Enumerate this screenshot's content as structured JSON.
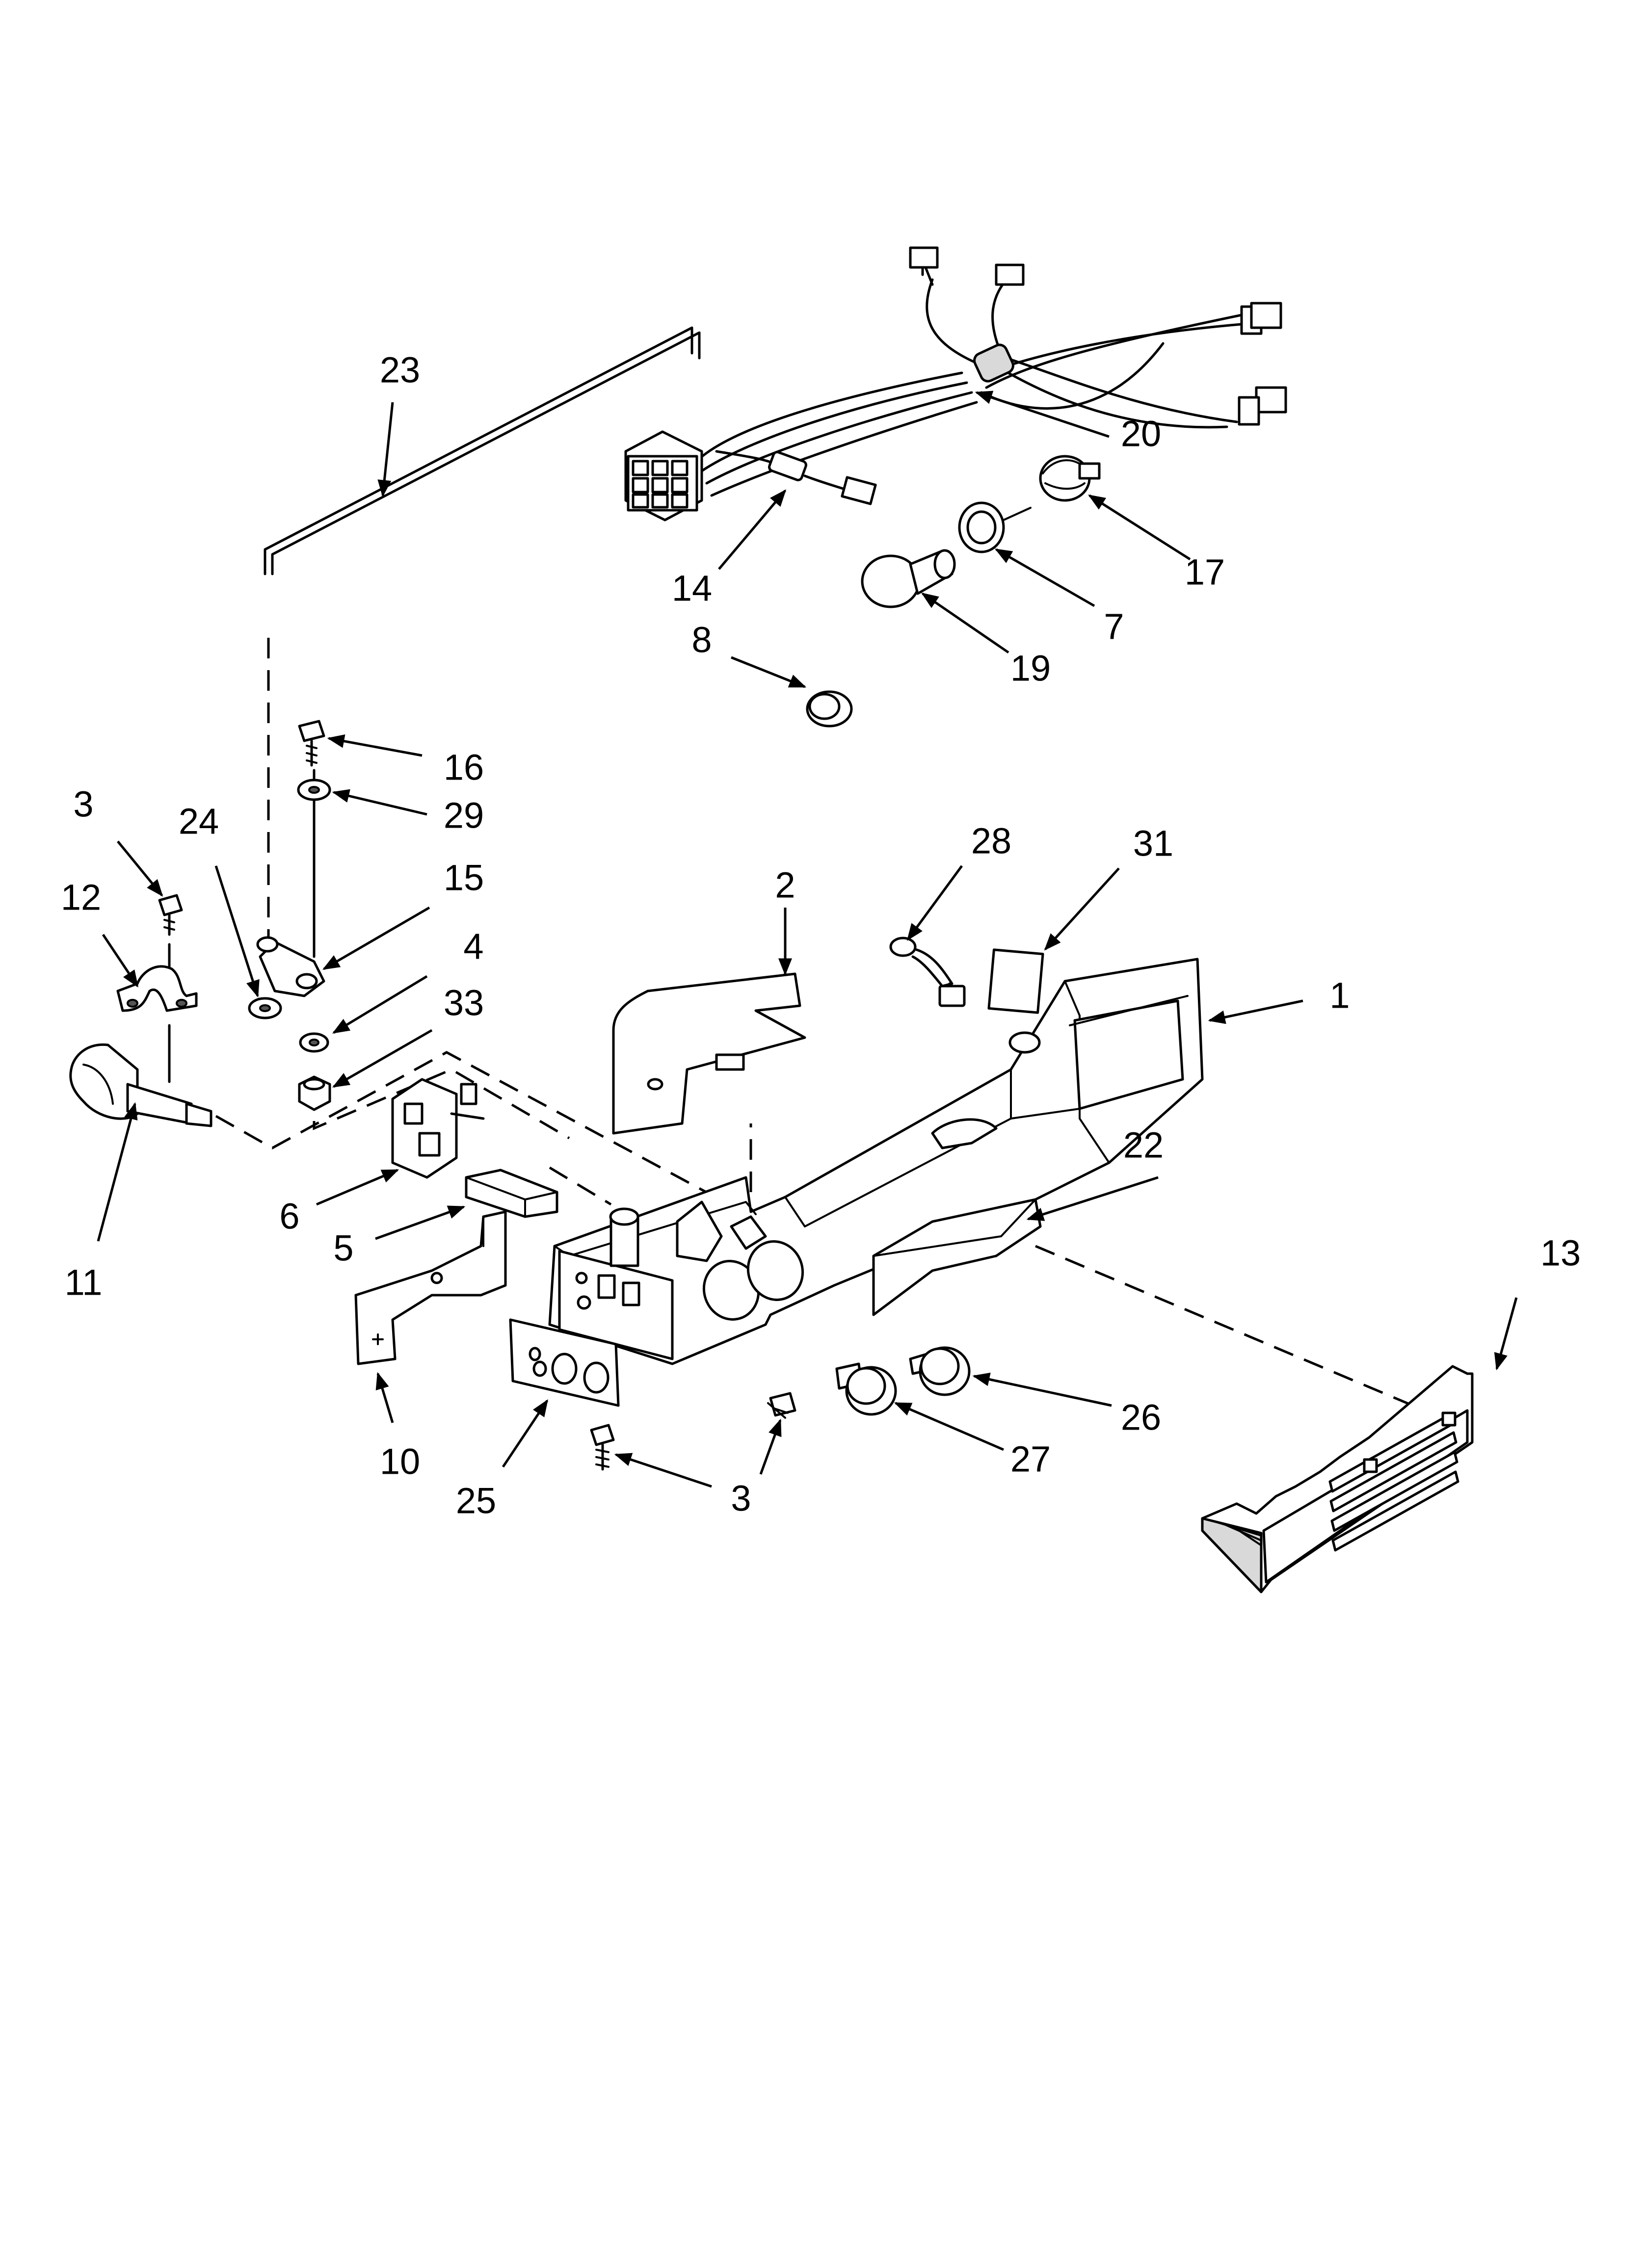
{
  "callouts": [
    {
      "id": "p23",
      "label": "23"
    },
    {
      "id": "p20",
      "label": "20"
    },
    {
      "id": "p14",
      "label": "14"
    },
    {
      "id": "p17",
      "label": "17"
    },
    {
      "id": "p7",
      "label": "7"
    },
    {
      "id": "p19",
      "label": "19"
    },
    {
      "id": "p8",
      "label": "8"
    },
    {
      "id": "p16",
      "label": "16"
    },
    {
      "id": "p29",
      "label": "29"
    },
    {
      "id": "p3a",
      "label": "3"
    },
    {
      "id": "p24",
      "label": "24"
    },
    {
      "id": "p12",
      "label": "12"
    },
    {
      "id": "p15",
      "label": "15"
    },
    {
      "id": "p4",
      "label": "4"
    },
    {
      "id": "p33",
      "label": "33"
    },
    {
      "id": "p28",
      "label": "28"
    },
    {
      "id": "p31",
      "label": "31"
    },
    {
      "id": "p2",
      "label": "2"
    },
    {
      "id": "p1",
      "label": "1"
    },
    {
      "id": "p6",
      "label": "6"
    },
    {
      "id": "p5",
      "label": "5"
    },
    {
      "id": "p11",
      "label": "11"
    },
    {
      "id": "p22",
      "label": "22"
    },
    {
      "id": "p13",
      "label": "13"
    },
    {
      "id": "p10",
      "label": "10"
    },
    {
      "id": "p25",
      "label": "25"
    },
    {
      "id": "p26",
      "label": "26"
    },
    {
      "id": "p27",
      "label": "27"
    },
    {
      "id": "p3b",
      "label": "3"
    }
  ]
}
